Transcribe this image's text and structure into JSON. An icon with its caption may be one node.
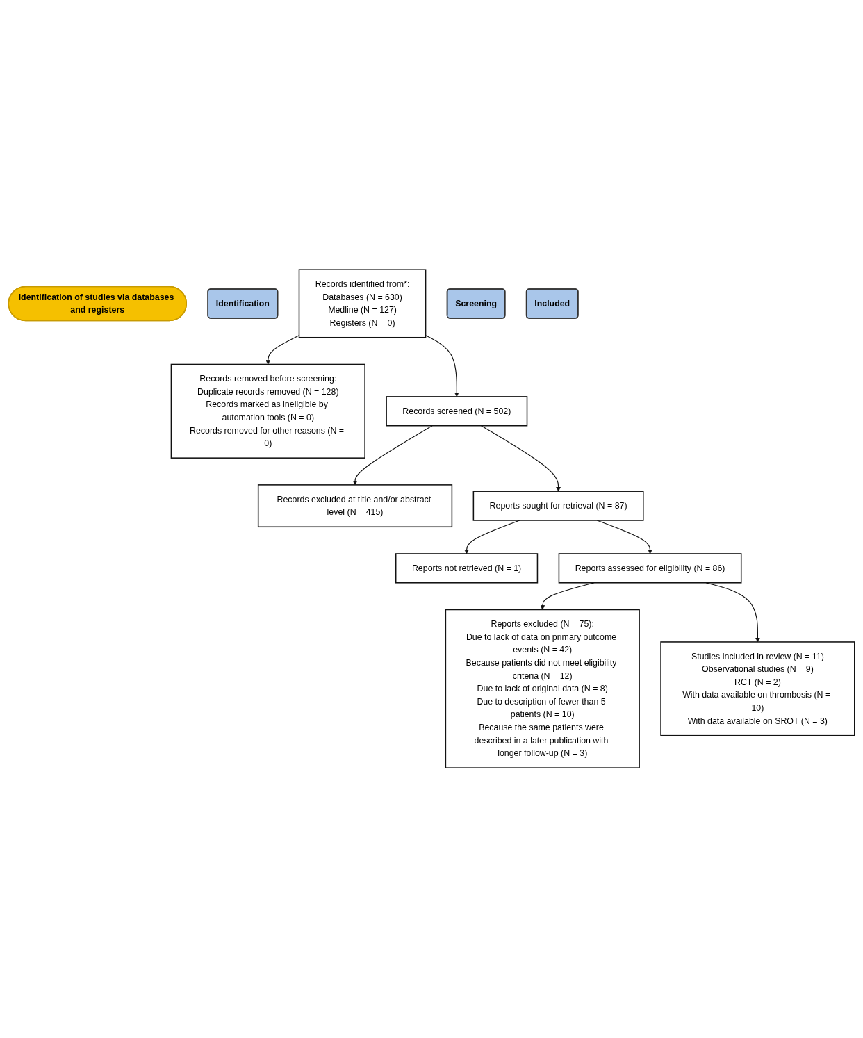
{
  "diagram": {
    "nodes": [
      {
        "text": [
          "Identification of studies via databases and registers"
        ]
      },
      {
        "text": [
          "Identification"
        ]
      },
      {
        "text": [
          "Records identified from*:",
          "Databases (N = 630)",
          "Medline (N = 127)",
          "Registers (N = 0)"
        ]
      },
      {
        "text": [
          "Records removed before screening:",
          "Duplicate records removed (N = 128)",
          "Records marked as ineligible by automation tools (N = 0)",
          "Records removed for other reasons (N = 0)"
        ]
      },
      {
        "text": [
          "Screening"
        ]
      },
      {
        "text": [
          "Records screened (N = 502)"
        ]
      },
      {
        "text": [
          "Records excluded at title and/or abstract level (N = 415)"
        ]
      },
      {
        "text": [
          "Reports sought for retrieval (N = 87)"
        ]
      },
      {
        "text": [
          "Reports not retrieved (N = 1)"
        ]
      },
      {
        "text": [
          "Reports assessed for eligibility (N = 86)"
        ]
      },
      {
        "text": [
          "Reports excluded (N = 75):",
          "Due to lack of data on primary outcome events (N = 42)",
          "Because patients did not meet eligibility criteria (N = 12)",
          "Due to lack of original data (N = 8)",
          "Due to description of fewer than 5 patients (N = 10)",
          "Because the same patients were described in a later publication with longer follow-up (N = 3)"
        ]
      },
      {
        "text": [
          "Included"
        ]
      },
      {
        "text": [
          "Studies included in review (N = 11)",
          "Observational studies (N = 9)",
          "RCT (N = 2)",
          "With data available on thrombosis (N = 10)",
          "With data available on SROT (N = 3)"
        ]
      }
    ],
    "edges": [
      {
        "from": 2,
        "to": 3,
        "arrow": "to"
      },
      {
        "from": 2,
        "to": 5,
        "arrow": "to"
      },
      {
        "from": 5,
        "to": 6,
        "arrow": "to"
      },
      {
        "from": 5,
        "to": 7,
        "arrow": "to"
      },
      {
        "from": 7,
        "to": 8,
        "arrow": "to"
      },
      {
        "from": 7,
        "to": 9,
        "arrow": "to"
      },
      {
        "from": 9,
        "to": 10,
        "arrow": "to"
      },
      {
        "from": 9,
        "to": 12,
        "arrow": "to"
      }
    ]
  }
}
